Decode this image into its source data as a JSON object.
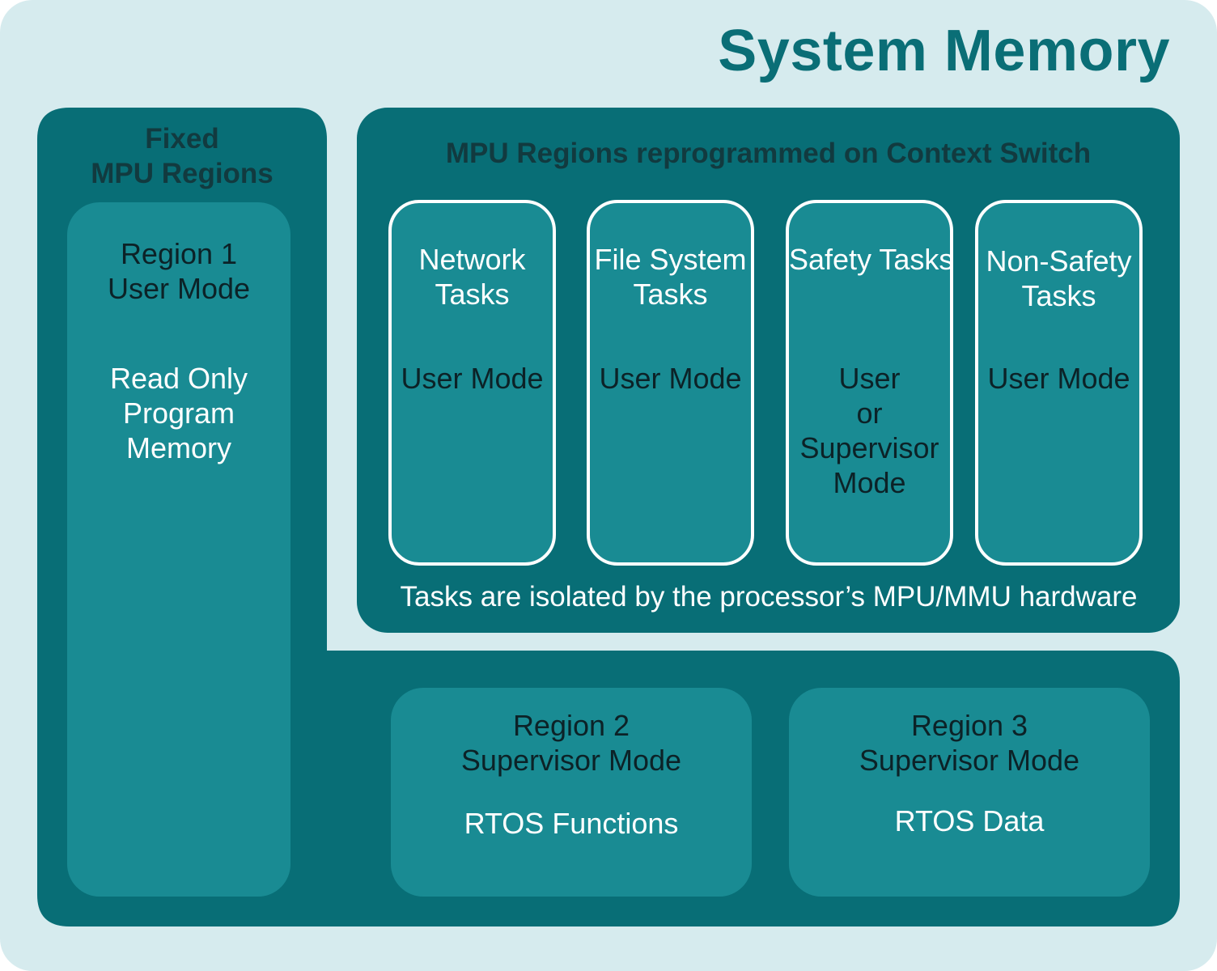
{
  "title": "System Memory",
  "fixed": {
    "heading": [
      "Fixed",
      "MPU Regions"
    ],
    "region1": {
      "name": "Region 1",
      "mode": "User Mode",
      "desc": [
        "Read Only",
        "Program",
        "Memory"
      ]
    }
  },
  "switch": {
    "heading": "MPU Regions reprogrammed on Context Switch",
    "tasks": [
      {
        "name": [
          "Network",
          "Tasks"
        ],
        "mode": [
          "User Mode"
        ]
      },
      {
        "name": [
          "File System",
          "Tasks"
        ],
        "mode": [
          "User Mode"
        ]
      },
      {
        "name": [
          "Safety Tasks"
        ],
        "mode": [
          "User",
          "or",
          "Supervisor",
          "Mode"
        ]
      },
      {
        "name": [
          "Non-Safety",
          "Tasks"
        ],
        "mode": [
          "User Mode"
        ]
      }
    ],
    "footnote": "Tasks are isolated by the processor’s MPU/MMU hardware"
  },
  "region2": {
    "name": "Region 2",
    "mode": "Supervisor Mode",
    "desc": "RTOS Functions"
  },
  "region3": {
    "name": "Region 3",
    "mode": "Supervisor Mode",
    "desc": "RTOS Data"
  },
  "colors": {
    "background": "#d6ebee",
    "container": "#086e76",
    "region": "#198b93",
    "title": "#0a6e76",
    "heading": "#123a3f"
  }
}
